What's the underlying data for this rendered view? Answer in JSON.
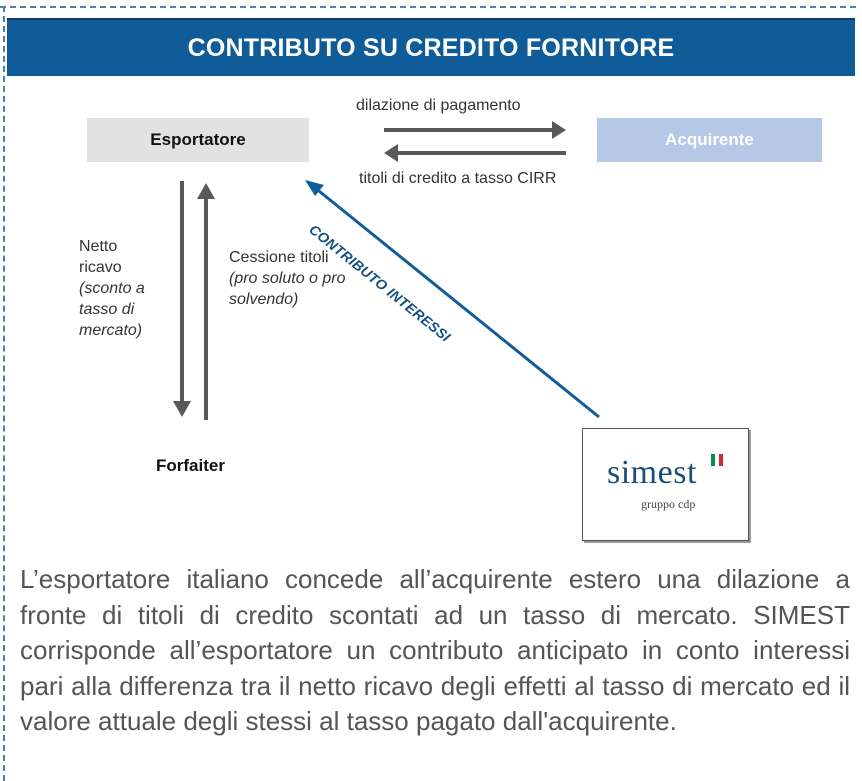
{
  "title": "CONTRIBUTO SU CREDITO FORNITORE",
  "nodes": {
    "esportatore": "Esportatore",
    "acquirente": "Acquirente",
    "forfaiter": "Forfaiter"
  },
  "arrows": {
    "top_label": "dilazione di pagamento",
    "bottom_label": "titoli di credito a tasso CIRR",
    "contributo": "CONTRIBUTO INTERESSI"
  },
  "left_labels": {
    "netto_1": "Netto",
    "netto_2": "ricavo",
    "netto_3": "(sconto a",
    "netto_4": "tasso di",
    "netto_5": "mercato)",
    "cessione_1": "Cessione titoli",
    "cessione_2": "(pro soluto o pro",
    "cessione_3": "solvendo)"
  },
  "logo": {
    "name": "simest",
    "subtitle": "gruppo cdp",
    "flag_colors": [
      "#009246",
      "#ffffff",
      "#ce2b37"
    ]
  },
  "paragraph": "L’esportatore italiano concede all’acquirente estero una dilazione a fronte di titoli di credito scontati ad un tasso di mercato. SIMEST corrisponde all’esportatore un contributo anticipato in conto interessi pari alla differenza tra il netto ricavo degli effetti al tasso di mercato ed il valore attuale degli stessi al tasso pagato dall'acquirente.",
  "colors": {
    "title_bg": "#0f5c99",
    "arrow_gray": "#595959",
    "arrow_blue": "#0f5c99",
    "acquirente_bg": "#b5c9e6"
  }
}
